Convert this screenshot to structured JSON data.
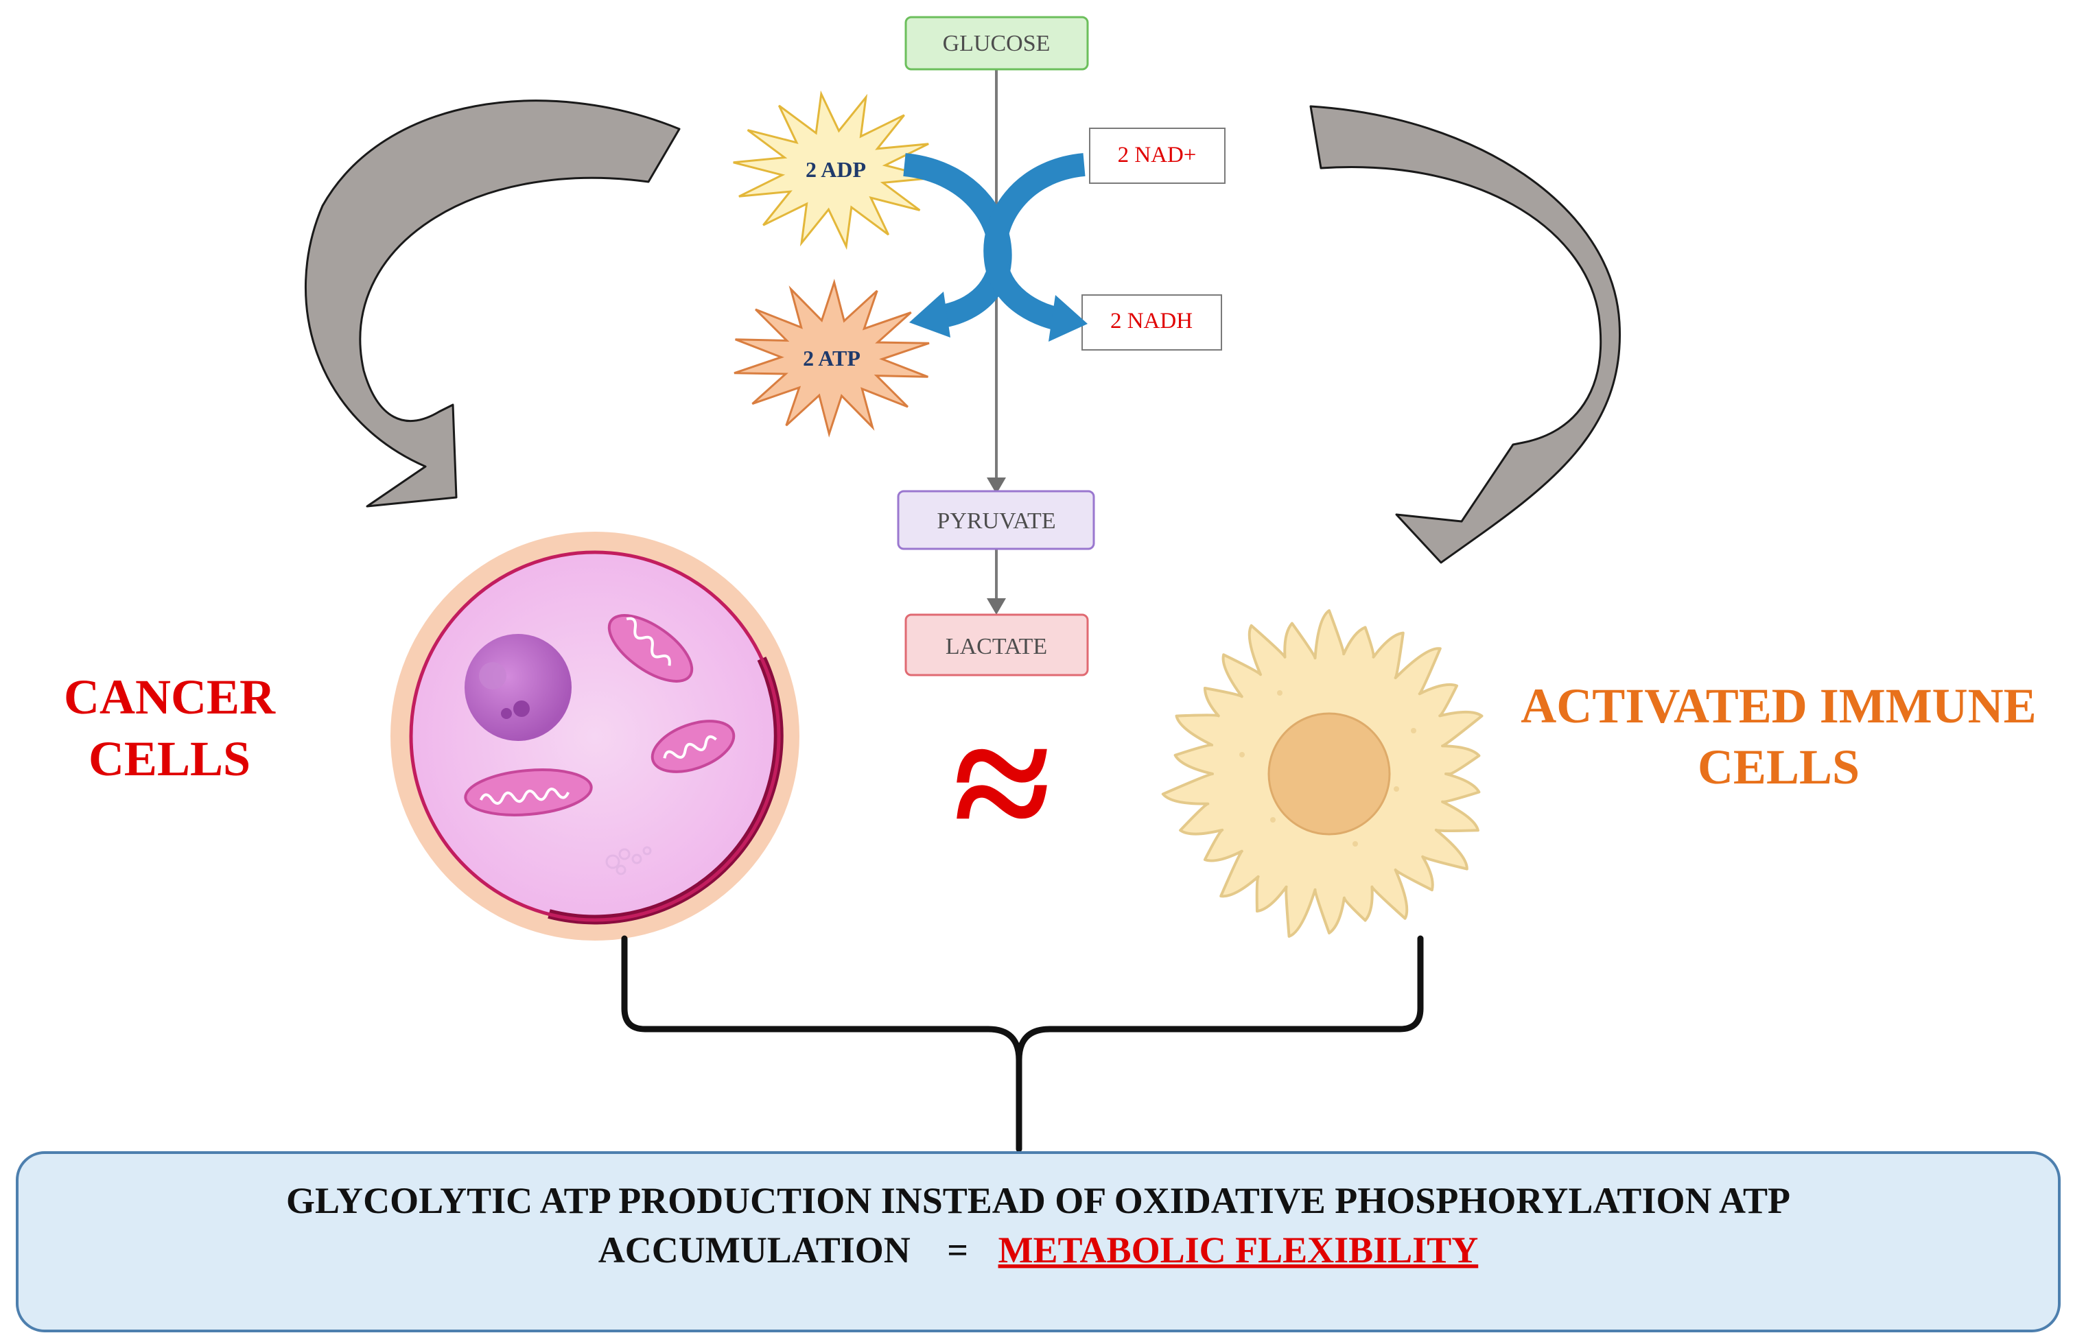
{
  "pathway": {
    "glucose": "GLUCOSE",
    "pyruvate": "PYRUVATE",
    "lactate": "LACTATE",
    "adp": "2 ADP",
    "atp": "2 ATP",
    "nad": "2 NAD+",
    "nadh": "2 NADH"
  },
  "cells": {
    "cancer_line1": "CANCER",
    "cancer_line2": "CELLS",
    "immune_line1": "ACTIVATED IMMUNE",
    "immune_line2": "CELLS",
    "similar_symbol": "≈"
  },
  "summary": {
    "line1": "GLYCOLYTIC ATP PRODUCTION INSTEAD OF OXIDATIVE PHOSPHORYLATION ATP",
    "line2_prefix": "ACCUMULATION",
    "equals": "=",
    "highlight": "METABOLIC FLEXIBILITY"
  },
  "colors": {
    "cancer_label": "#e00000",
    "immune_label": "#e8711b",
    "approx": "#e00000",
    "arrow_gray": "#a6a19e",
    "pathway_arrow_blue": "#2a87c4",
    "summary_bg": "#dcebf7",
    "summary_border": "#4d7fae"
  }
}
